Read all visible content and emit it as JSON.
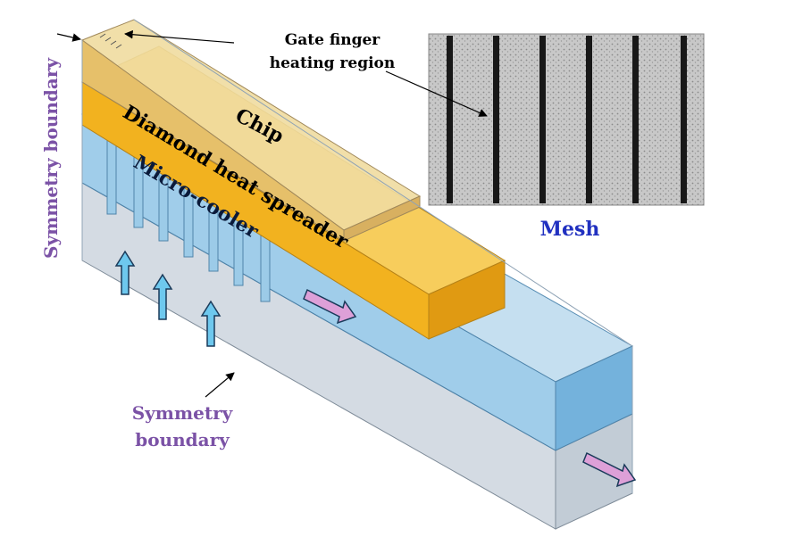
{
  "labels": {
    "gate_finger_line1": "Gate  finger",
    "gate_finger_line2": "heating region",
    "chip": "Chip",
    "diamond": "Diamond  heat spreader",
    "micro_cooler": "Micro-cooler",
    "mesh": "Mesh",
    "symmetry_boundary_vertical": "Symmetry  boundary",
    "symmetry_bottom_line1": "Symmetry",
    "symmetry_bottom_line2": "boundary"
  },
  "colors": {
    "chip_fill": "#e6c06a",
    "diamond_fill": "#f2b21f",
    "cooler_fill": "#8fc4e6",
    "base_fill": "#d4dbe3",
    "text_black": "#000000",
    "text_purple": "#7b52a6",
    "text_blue": "#2030c0",
    "inlet_arrow": "#6ec8ee",
    "outlet_arrow": "#dda0d8"
  },
  "icons": {
    "inlet_arrow": "up-arrow",
    "outlet_arrow": "diagonal-arrow",
    "pointer_arrow": "thin-arrow"
  }
}
